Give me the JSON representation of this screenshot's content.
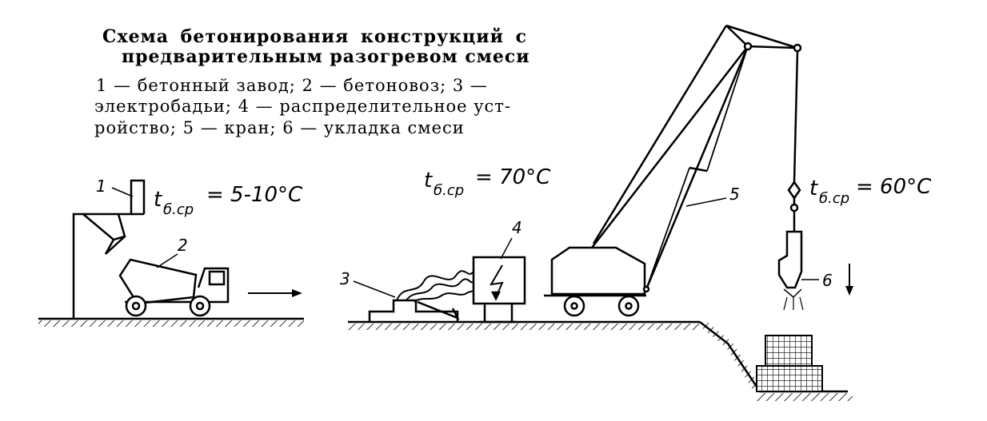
{
  "title": {
    "line1": "Схема бетонирования конструкций с",
    "line2": "предварительным разогревом смеси"
  },
  "legend": {
    "line1": "1 — бетонный завод; 2 — бетоновоз; 3 —",
    "line2": "электробадьи; 4 — распределительное уст-",
    "line3": "ройство; 5 — кран; 6 — укладка смеси"
  },
  "temperatures": {
    "plant": {
      "symbol": "t",
      "subscript": "б.ср",
      "value": "= 5-10°C"
    },
    "distribution": {
      "symbol": "t",
      "subscript": "б.ср",
      "value": "= 70°C"
    },
    "placement": {
      "symbol": "t",
      "subscript": "б.ср",
      "value": "= 60°C"
    }
  },
  "callouts": {
    "plant": "1",
    "truck": "2",
    "buckets": "3",
    "distributor": "4",
    "crane": "5",
    "placing": "6"
  },
  "colors": {
    "ink": "#000000",
    "paper": "#ffffff"
  }
}
